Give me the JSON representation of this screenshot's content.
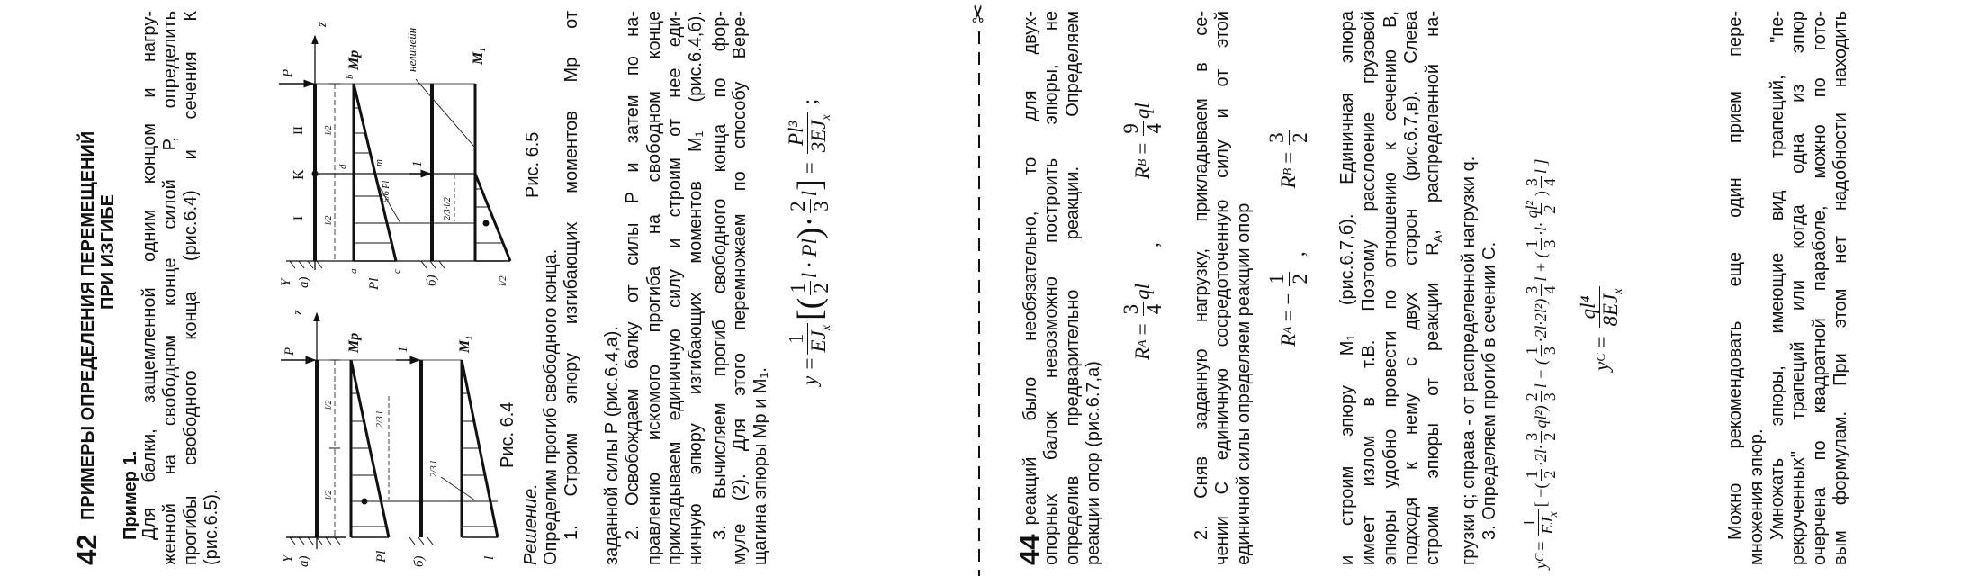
{
  "page42": {
    "number": "42",
    "title_line1": "ПРИМЕРЫ ОПРЕДЕЛЕНИЯ ПЕРЕМЕЩЕНИЙ",
    "title_line2": "ПРИ ИЗГИБЕ",
    "example": "Пример 1.",
    "intro": [
      "Для балки, защемленной одним концом и нагру-",
      "женной на свободном конце силой Р, определить",
      "прогибы свободного конца (рис.6.4) и сечения К",
      "(рис.6.5)."
    ],
    "solution_heading": "Решение.",
    "solution": [
      "Определим прогиб свободного конца.",
      "1. Строим эпюру изгибающих моментов Мр от",
      "заданной силы Р (рис.6.4,а).",
      "2. Освобождаем балку от силы Р и затем по на-",
      "правлению искомого прогиба на свободном конце",
      "прикладываем единичную силу и строим от нее еди-",
      "ничную эпюру изгибающих моментов M₁ (рис.6.4,б).",
      "3. Вычисляем прогиб свободного конца по фор-",
      "муле (2). Для этого перемножаем по способу Вере-",
      "щагина эпюры Мр и M₁."
    ],
    "formula": {
      "lhs": "y =",
      "f1_num": "1",
      "f1_den": "EJ",
      "f1_sub": "x",
      "open": "[(",
      "f2_num": "1",
      "f2_den": "2",
      "mid": "l · Pl",
      "close1": ")·",
      "f3_num": "2",
      "f3_den": "3",
      "l": "l",
      "close2": "]",
      "eq": "=",
      "f4_num": "Pl³",
      "f4_den": "3EJ",
      "f4_sub": "x",
      "end": ";"
    }
  },
  "figures": {
    "fig64": {
      "caption": "Рис. 6.4",
      "P": "P",
      "z": "z",
      "Y": "Y",
      "a": "а)",
      "b": "б)",
      "Mp": "Mp",
      "M1": "M₁",
      "Pl": "Pl",
      "l": "l",
      "one": "1",
      "half": "l/2",
      "two_thirds": "2/3 l"
    },
    "fig65": {
      "caption": "Рис. 6.5",
      "P": "P",
      "z": "z",
      "Y": "Y",
      "a": "а)",
      "b": "б)",
      "Mp": "Mp",
      "M1": "M₁",
      "Pl": "Pl",
      "K": "К",
      "I": "I",
      "II": "II",
      "pt_a": "a",
      "pt_b": "b",
      "pt_c": "c",
      "pt_d": "d",
      "pt_m": "m",
      "nonlinear": "нелинейн",
      "five_sixths": "5/6 Pl",
      "two_thirds_half": "2/3·l/2",
      "half": "l/2",
      "one": "1"
    }
  },
  "page44": {
    "number": "44",
    "para1": [
      "реакций было необязательно, то для двух-",
      "опорных балок невозможно построить эпюры, не",
      "определив предварительно реакции. Определяем",
      "реакции опор (рис.6.7,а)"
    ],
    "formula_r": {
      "ra": "R",
      "ra_sub": "A",
      "eq": "=",
      "ra_num": "3",
      "ra_den": "4",
      "ra_tail": "ql",
      "comma": ",",
      "rb": "R",
      "rb_sub": "B",
      "rb_num": "9",
      "rb_den": "4",
      "rb_tail": "ql"
    },
    "para2": [
      "2. Сняв заданную нагрузку, прикладываем в се-",
      "чении С единичную сосредоточенную силу и от этой",
      "единичной силы определяем реакции опор"
    ],
    "formula_unit": {
      "ra": "R",
      "ra_sub": "A",
      "eq": "= −",
      "ra_num": "1",
      "ra_den": "2",
      "comma": ",",
      "rb": "R",
      "rb_sub": "B",
      "eq2": "=",
      "rb_num": "3",
      "rb_den": "2"
    },
    "para3": [
      "и строим эпюру M₁ (рис.6.7,б). Единичная эпюра",
      "имеет излом в т.В. Поэтому расслоение грузовой",
      "эпюры удобно провести по отношению к сечению В,",
      "подходя к нему с двух сторон (рис.6.7,в). Слева"
    ],
    "para3_ra_line": {
      "pre": "строим эпюры от реакции R",
      "sub": "A",
      "post": ", распределенной на-"
    },
    "para3_end": "грузки q; справа - от распределенной нагрузки q.",
    "step3": "3. Определяем прогиб в сечении С.",
    "formula_yc": {
      "lhs": "y",
      "lhs_sub": "C",
      "eq": "=",
      "f_num": "1",
      "f_den": "EJ",
      "f_sub": "x",
      "p1": "[ −(",
      "a_num": "1",
      "a_den": "2",
      "p2": "·2l·",
      "b_num": "3",
      "b_den": "2",
      "p3": "ql²)",
      "c_num": "2",
      "c_den": "3",
      "p4": "l + (",
      "d_num": "1",
      "d_den": "3",
      "p5": "·2l·2l²)",
      "e_num": "3",
      "e_den": "4",
      "p6": "l + (",
      "g_num": "1",
      "g_den": "3",
      "p7": "·l·",
      "h_num": "ql²",
      "h_den": "2",
      "p8": ")",
      "k_num": "3",
      "k_den": "4",
      "p9": "l ]"
    },
    "formula_yc2": {
      "lhs": "y",
      "lhs_sub": "C",
      "eq": "=",
      "num": "ql⁴",
      "den": "8EJ",
      "den_sub": "x"
    },
    "para4": [
      "Можно рекомендовать еще один прием пере-",
      "множения эпюр.",
      "Умножать эпюры, имеющие вид трапеций, \"пе-",
      "рекрученных\" трапеций или когда одна из эпюр",
      "очерчена по квадратной параболе, можно по гото-",
      "вым формулам. При этом нет надобности находить"
    ]
  }
}
